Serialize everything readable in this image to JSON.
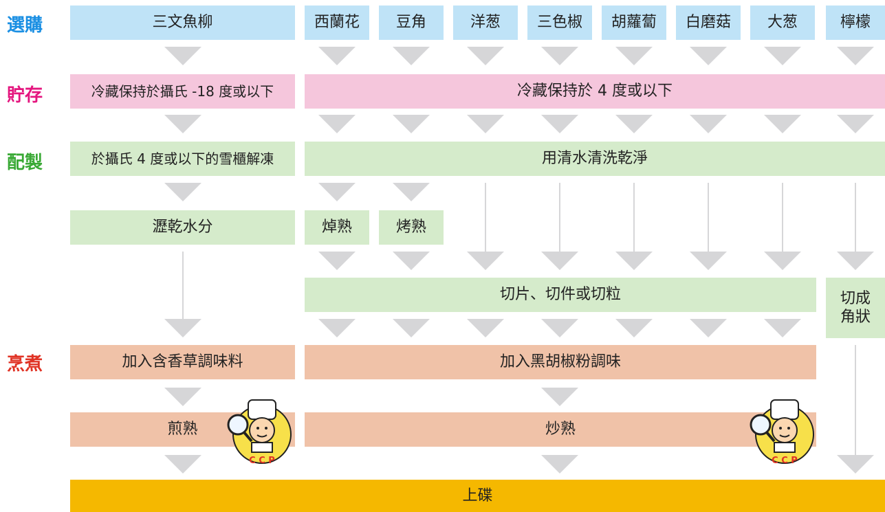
{
  "stages": {
    "purchase": {
      "label": "選購",
      "color": "#1a8fe3"
    },
    "storage": {
      "label": "貯存",
      "color": "#e4157e"
    },
    "prep": {
      "label": "配製",
      "color": "#39a935"
    },
    "cook": {
      "label": "烹煮",
      "color": "#e03325"
    }
  },
  "purchase_items": {
    "salmon": "三文魚柳",
    "broccoli": "西蘭花",
    "beans": "豆角",
    "onion": "洋葱",
    "peppers": "三色椒",
    "carrot": "胡蘿蔔",
    "mushroom": "白磨菇",
    "scallion": "大葱",
    "lemon": "檸檬"
  },
  "storage_steps": {
    "frozen": "冷藏保持於攝氏 -18 度或以下",
    "chilled": "冷藏保持於 4 度或以下"
  },
  "prep_steps": {
    "thaw": "於攝氏 4 度或以下的雪櫃解凍",
    "wash": "用清水清洗乾淨",
    "drain": "瀝乾水分",
    "blanch": "焯熟",
    "roast": "烤熟",
    "cut": "切片、切件或切粒",
    "cube_line1": "切成",
    "cube_line2": "角狀"
  },
  "cook_steps": {
    "herb_season": "加入含香草調味料",
    "pepper_season": "加入黑胡椒粉調味",
    "pan_fry": "煎熟",
    "stir_fry": "炒熟"
  },
  "serve": "上碟",
  "ccp_badge": "C C P",
  "colors": {
    "purchase_box": "#bfe3f7",
    "storage_box": "#f5c6dc",
    "prep_box": "#d5ebcb",
    "cook_box": "#f0c2a8",
    "serve_box": "#f5b800",
    "arrow": "#d6d6d8"
  }
}
